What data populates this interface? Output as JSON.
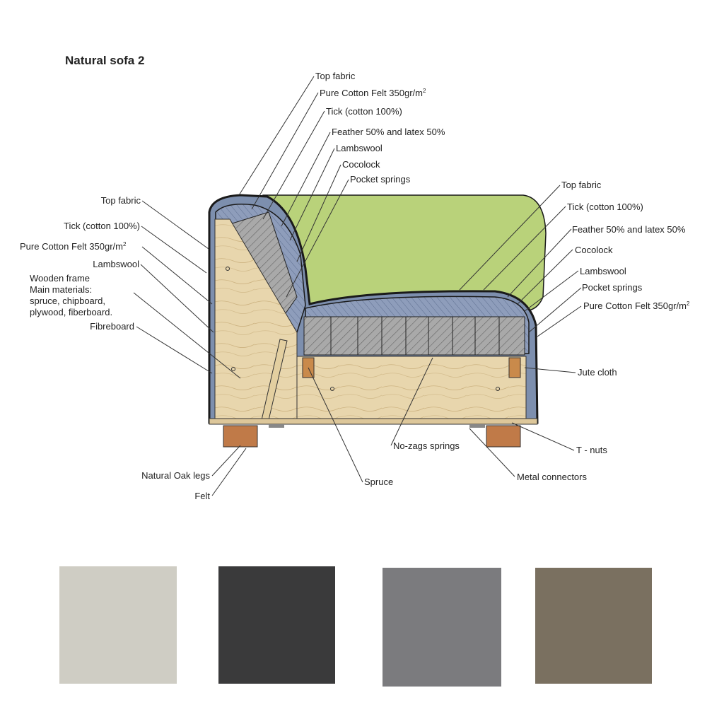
{
  "title": "Natural sofa 2",
  "labels": {
    "top_fabric_back": "Top fabric",
    "felt_back": "Pure Cotton Felt 350gr/m",
    "tick_back": "Tick (cotton 100%)",
    "feather_back": "Feather 50% and latex 50%",
    "lambswool_back": "Lambswool",
    "cocolock_back": "Cocolock",
    "pocket_back": "Pocket springs",
    "top_fabric_left": "Top fabric",
    "tick_left": "Tick (cotton 100%)",
    "felt_left": "Pure Cotton Felt 350gr/m",
    "lambswool_left": "Lambswool",
    "frame_1": "Wooden frame",
    "frame_2": "Main materials:",
    "frame_3": "spruce, chipboard,",
    "frame_4": "plywood, fiberboard.",
    "fibreboard": "Fibreboard",
    "top_fabric_right": "Top fabric",
    "tick_right": "Tick (cotton 100%)",
    "feather_right": "Feather 50% and latex 50%",
    "cocolock_right": "Cocolock",
    "lambswool_right": "Lambswool",
    "pocket_right": "Pocket springs",
    "felt_right": "Pure Cotton Felt 350gr/m",
    "jute": "Jute cloth",
    "tnuts": "T - nuts",
    "nozag": "No-zags springs",
    "metal": "Metal connectors",
    "spruce": "Spruce",
    "legs": "Natural Oak legs",
    "felt_leg": "Felt",
    "superscript": "2"
  },
  "colors": {
    "cushion_green": "#b9d27a",
    "padding_blue": "#7d8fae",
    "wood": "#e6d3a8",
    "leg": "#c07a48",
    "spring": "#9a9a9a",
    "outline": "#1a1a1a"
  },
  "swatches": [
    {
      "name": "fabric-swatch-light",
      "color": "#cfcdc4"
    },
    {
      "name": "fabric-swatch-charcoal",
      "color": "#3a3a3b"
    },
    {
      "name": "fabric-swatch-grey",
      "color": "#7b7b7e"
    },
    {
      "name": "fabric-swatch-taupe",
      "color": "#7a7060"
    }
  ]
}
